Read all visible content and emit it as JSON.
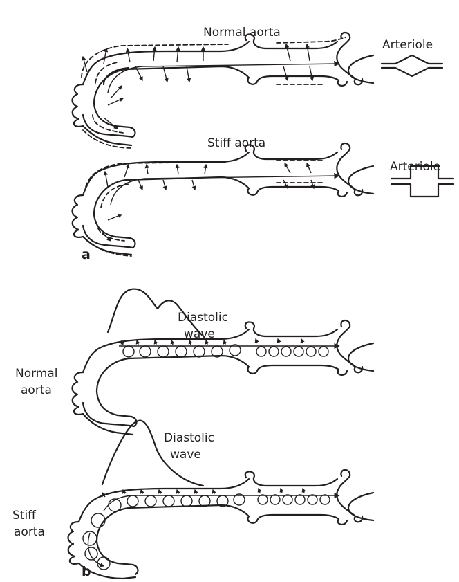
{
  "panel_a": {
    "label": "a",
    "normal": {
      "title": "Normal aorta",
      "arteriole": "Arteriole"
    },
    "stiff": {
      "title": "Stiff aorta",
      "arteriole": "Arteriole"
    }
  },
  "panel_b": {
    "label": "b",
    "normal": {
      "label_line1": "Normal",
      "label_line2": "aorta",
      "wave_line1": "Diastolic",
      "wave_line2": "wave"
    },
    "stiff": {
      "label_line1": "Stiff",
      "label_line2": "aorta",
      "wave_line1": "Diastolic",
      "wave_line2": "wave"
    }
  }
}
